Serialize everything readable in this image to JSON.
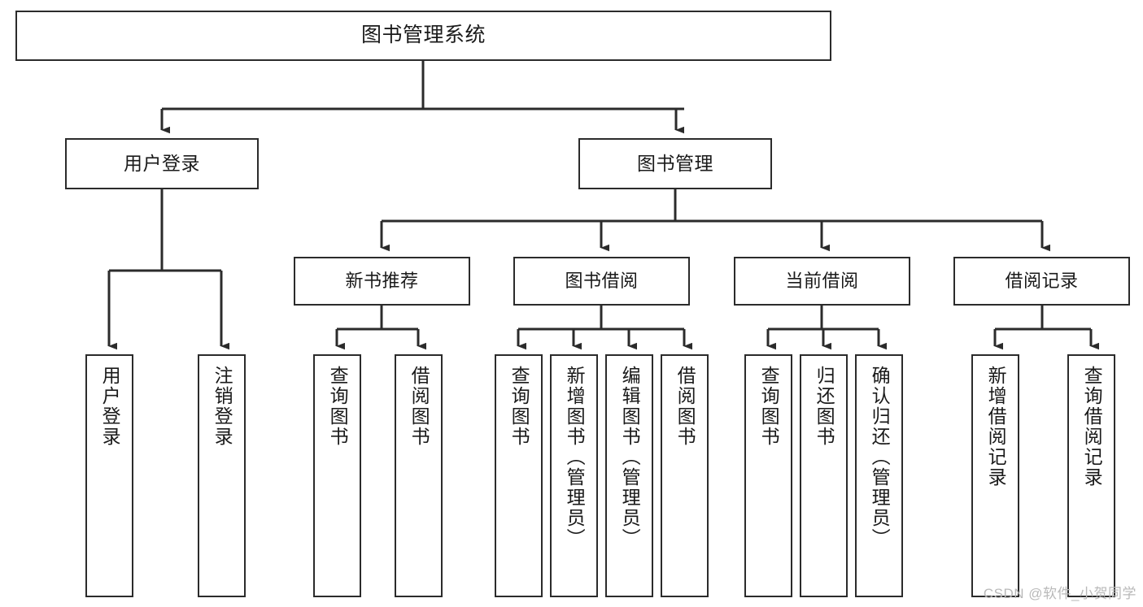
{
  "diagram": {
    "title": "图书管理系统",
    "watermark": "CSDN @软件_小贺同学",
    "colors": {
      "stroke": "#2b2b2b",
      "fill": "#ffffff",
      "text": "#1a1a1a",
      "watermark": "#b9b9b9"
    },
    "nodes": {
      "root": "图书管理系统",
      "level1": [
        "用户登录",
        "图书管理"
      ],
      "level2": [
        "新书推荐",
        "图书借阅",
        "当前借阅",
        "借阅记录"
      ],
      "leaves_user_login": [
        "用户登录",
        "注销登录"
      ],
      "leaves_new_book": [
        "查询图书",
        "借阅图书"
      ],
      "leaves_borrow": [
        "查询图书",
        "新增图书（管理员）",
        "编辑图书（管理员）",
        "借阅图书"
      ],
      "leaves_current": [
        "查询图书",
        "归还图书",
        "确认归还（管理员）"
      ],
      "leaves_records": [
        "新增借阅记录",
        "查询借阅记录"
      ]
    }
  }
}
